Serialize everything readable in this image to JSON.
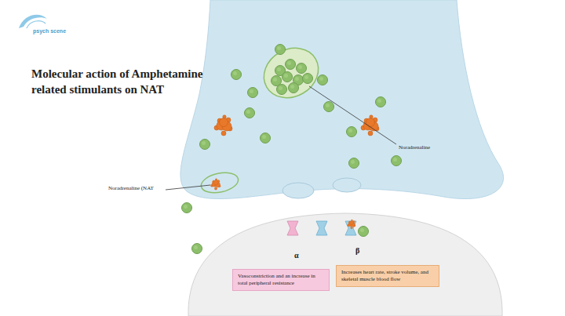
{
  "diagram": {
    "title": "Molecular action of Amphetamine related stimulants on NAT",
    "nodes": [
      {
        "text": [
          "Vasoconstriction and an increase in total peripheral resistance"
        ]
      },
      {
        "text": [
          "Increases heart rate, stroke volume, and skeletal muscle blood flow"
        ]
      }
    ],
    "labels": [
      "psych scene",
      "Noradrenaline",
      "Noradrenaline (NAT",
      "α",
      "β"
    ]
  }
}
